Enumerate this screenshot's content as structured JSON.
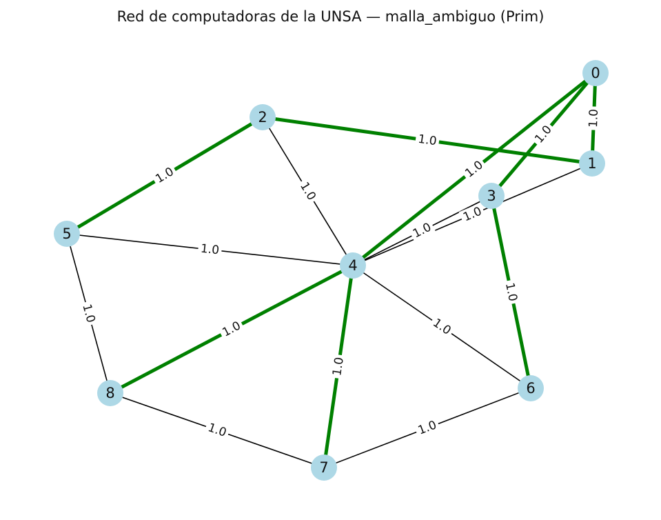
{
  "title": "Red de computadoras de la UNSA — malla_ambiguo (Prim)",
  "colors": {
    "node_fill": "#add8e6",
    "mst_edge": "#008000",
    "edge": "#000000",
    "background": "#ffffff"
  },
  "nodes": [
    {
      "id": "0",
      "label": "0"
    },
    {
      "id": "1",
      "label": "1"
    },
    {
      "id": "2",
      "label": "2"
    },
    {
      "id": "3",
      "label": "3"
    },
    {
      "id": "4",
      "label": "4"
    },
    {
      "id": "5",
      "label": "5"
    },
    {
      "id": "6",
      "label": "6"
    },
    {
      "id": "7",
      "label": "7"
    },
    {
      "id": "8",
      "label": "8"
    }
  ],
  "edges": [
    {
      "source": "0",
      "target": "1",
      "weight": "1.0",
      "mst": true
    },
    {
      "source": "0",
      "target": "3",
      "weight": "1.0",
      "mst": true
    },
    {
      "source": "0",
      "target": "4",
      "weight": "1.0",
      "mst": true
    },
    {
      "source": "2",
      "target": "1",
      "weight": "1.0",
      "mst": true
    },
    {
      "source": "2",
      "target": "5",
      "weight": "1.0",
      "mst": true
    },
    {
      "source": "2",
      "target": "4",
      "weight": "1.0",
      "mst": false
    },
    {
      "source": "1",
      "target": "4",
      "weight": "1.0",
      "mst": false
    },
    {
      "source": "3",
      "target": "4",
      "weight": "1.0",
      "mst": false
    },
    {
      "source": "3",
      "target": "6",
      "weight": "1.0",
      "mst": true
    },
    {
      "source": "5",
      "target": "4",
      "weight": "1.0",
      "mst": false
    },
    {
      "source": "5",
      "target": "8",
      "weight": "1.0",
      "mst": false
    },
    {
      "source": "4",
      "target": "8",
      "weight": "1.0",
      "mst": true
    },
    {
      "source": "4",
      "target": "7",
      "weight": "1.0",
      "mst": true
    },
    {
      "source": "4",
      "target": "6",
      "weight": "1.0",
      "mst": false
    },
    {
      "source": "8",
      "target": "7",
      "weight": "1.0",
      "mst": false
    },
    {
      "source": "7",
      "target": "6",
      "weight": "1.0",
      "mst": false
    }
  ]
}
